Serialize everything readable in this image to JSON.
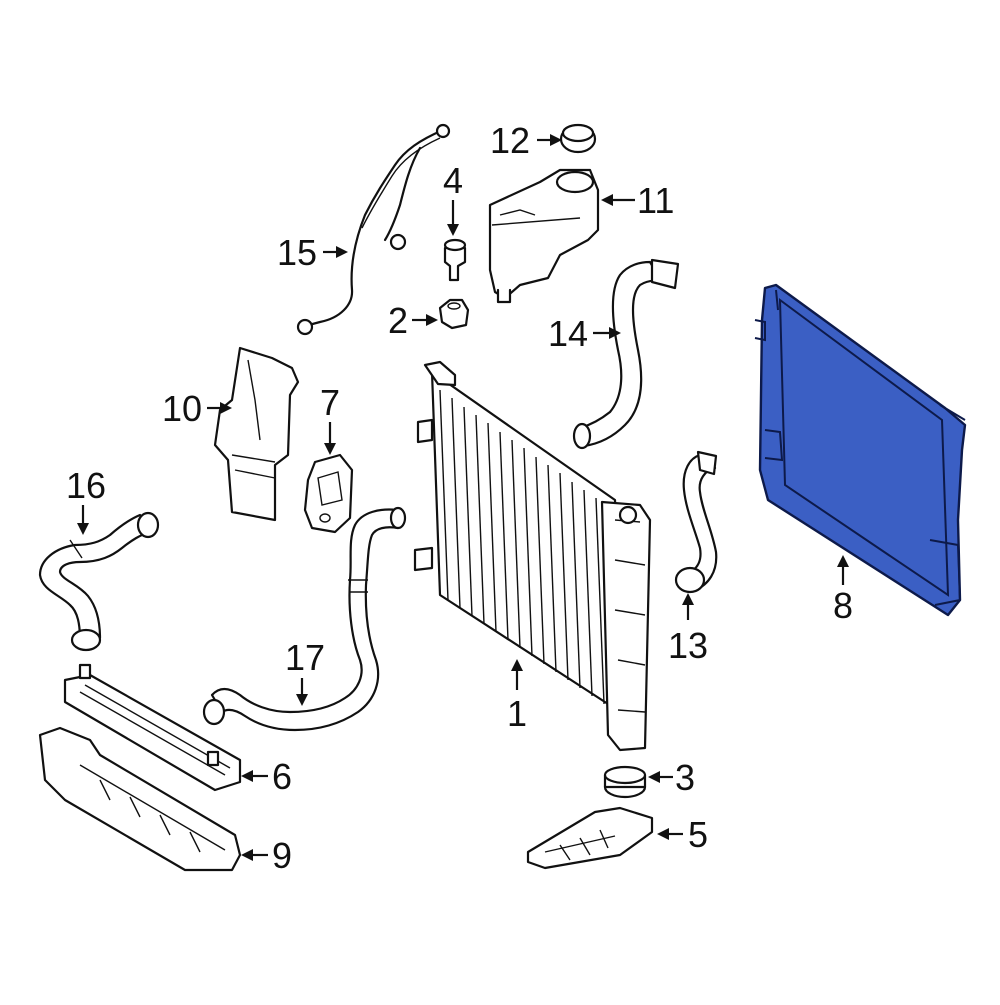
{
  "diagram": {
    "highlight_color": "#3b5fc4",
    "highlighted_callout": "8",
    "callouts": {
      "c1": "1",
      "c2": "2",
      "c3": "3",
      "c4": "4",
      "c5": "5",
      "c6": "6",
      "c7": "7",
      "c8": "8",
      "c9": "9",
      "c10": "10",
      "c11": "11",
      "c12": "12",
      "c13": "13",
      "c14": "14",
      "c15": "15",
      "c16": "16",
      "c17": "17"
    }
  }
}
